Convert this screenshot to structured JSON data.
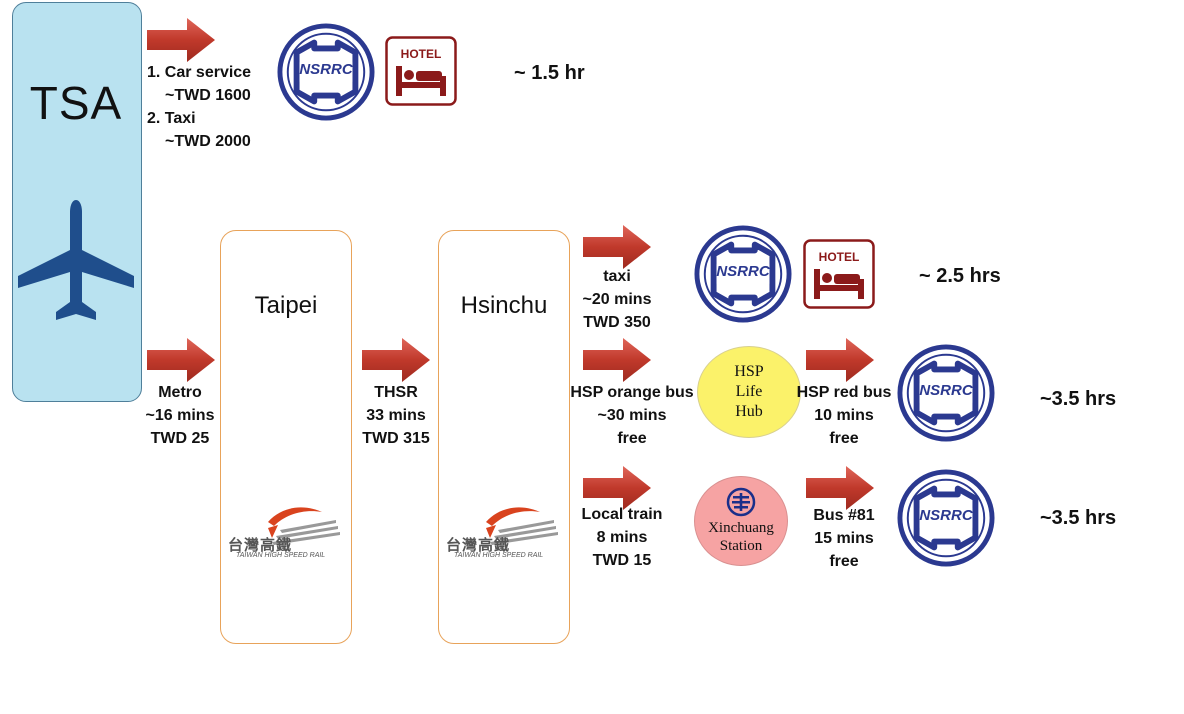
{
  "airport": {
    "name": "TSA"
  },
  "route_top": {
    "options": [
      "1. Car service",
      "~TWD 1600",
      "2. Taxi",
      "~TWD 2000"
    ],
    "hotel_label": "HOTEL",
    "nsrrc_label": "NSRRC",
    "duration": "~ 1.5 hr"
  },
  "metro": {
    "lines": [
      "Metro",
      "~16 mins",
      "TWD 25"
    ]
  },
  "taipei": {
    "name": "Taipei"
  },
  "thsr": {
    "lines": [
      "THSR",
      "33 mins",
      "TWD 315"
    ]
  },
  "hsinchu": {
    "name": "Hsinchu"
  },
  "hsr_logo": {
    "chinese": "台灣高鐵",
    "english": "TAIWAN HIGH SPEED RAIL"
  },
  "route_taxi": {
    "lines": [
      "taxi",
      "~20 mins",
      "TWD 350"
    ],
    "nsrrc_label": "NSRRC",
    "hotel_label": "HOTEL",
    "duration": "~ 2.5 hrs"
  },
  "route_bus": {
    "lines": [
      "HSP orange bus",
      "~30 mins",
      "free"
    ],
    "hub": [
      "HSP",
      "Life",
      "Hub"
    ],
    "red_bus": [
      "HSP red bus",
      "10 mins",
      "free"
    ],
    "nsrrc_label": "NSRRC",
    "duration": "~3.5 hrs"
  },
  "route_train": {
    "lines": [
      "Local train",
      "8 mins",
      "TWD 15"
    ],
    "station": [
      "Xinchuang",
      "Station"
    ],
    "bus81": [
      "Bus #81",
      "15 mins",
      "free"
    ],
    "nsrrc_label": "NSRRC",
    "duration": "~3.5 hrs"
  },
  "colors": {
    "arrow": "#c0392b",
    "airport_fill": "#b9e2f0",
    "plane": "#1f4e8c",
    "city_border": "#e8a35a",
    "nsrrc_blue": "#2b3990",
    "hotel_red": "#8b1a1a",
    "hub_yellow": "#fbf26a",
    "station_pink": "#f6a3a3"
  },
  "icons": [
    "airplane-icon",
    "arrow-right-icon",
    "nsrrc-logo",
    "hotel-icon",
    "taiwan-railway-icon",
    "hsr-logo"
  ]
}
